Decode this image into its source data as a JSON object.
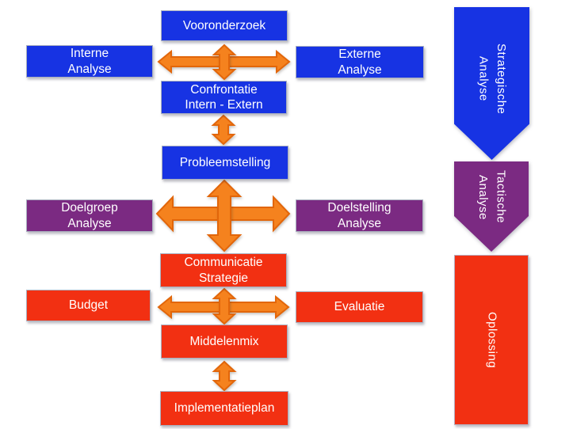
{
  "diagram": {
    "title_hint": "communication-planning-flow",
    "nodes": {
      "vooronderzoek": {
        "label": "Vooronderzoek"
      },
      "interne": {
        "label": "Interne\nAnalyse"
      },
      "externe": {
        "label": "Externe\nAnalyse"
      },
      "confrontatie": {
        "label": "Confrontatie\nIntern - Extern"
      },
      "probleemstelling": {
        "label": "Probleemstelling"
      },
      "doelgroep": {
        "label": "Doelgroep\nAnalyse"
      },
      "doelstelling": {
        "label": "Doelstelling\nAnalyse"
      },
      "communicatie": {
        "label": "Communicatie\nStrategie"
      },
      "budget": {
        "label": "Budget"
      },
      "evaluatie": {
        "label": "Evaluatie"
      },
      "middelenmix": {
        "label": "Middelenmix"
      },
      "implementatieplan": {
        "label": "Implementatieplan"
      }
    },
    "phases": {
      "strategisch": {
        "label": "Strategische\nAnalyse"
      },
      "tactisch": {
        "label": "Tactische\nAnalyse"
      },
      "oplossing": {
        "label": "Oplossing"
      }
    },
    "colors": {
      "blue": "#1733E3",
      "purple": "#7B2A82",
      "red": "#F23012",
      "arrow_fill": "#F5821E",
      "arrow_stroke": "#E2660A",
      "text": "#FFFFFF"
    }
  }
}
